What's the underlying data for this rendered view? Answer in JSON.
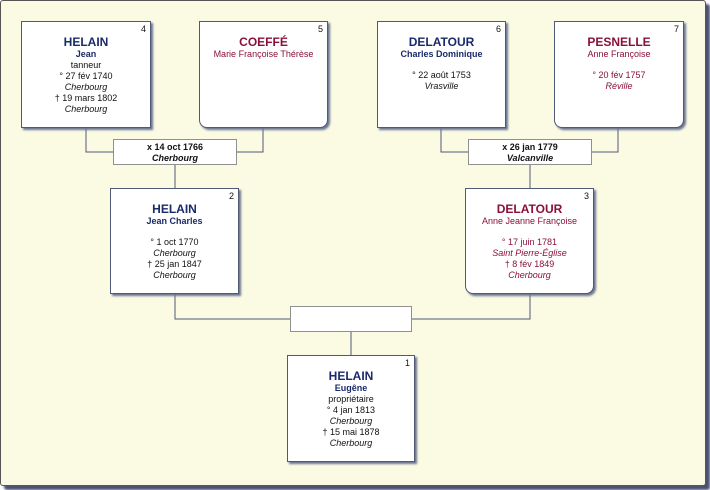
{
  "persons": {
    "p4": {
      "num": "4",
      "surname": "HELAIN",
      "given": "Jean",
      "occupation": "tanneur",
      "birth": "° 27 fév 1740",
      "birth_place": "Cherbourg",
      "death": "† 19 mars 1802",
      "death_place": "Cherbourg"
    },
    "p5": {
      "num": "5",
      "surname": "COEFFÉ",
      "given": "Marie Françoise Thérèse"
    },
    "p6": {
      "num": "6",
      "surname": "DELATOUR",
      "given": "Charles Dominique",
      "birth": "° 22 août 1753",
      "birth_place": "Vrasville"
    },
    "p7": {
      "num": "7",
      "surname": "PESNELLE",
      "given": "Anne Françoise",
      "birth": "° 20 fév 1757",
      "birth_place": "Réville"
    },
    "p2": {
      "num": "2",
      "surname": "HELAIN",
      "given": "Jean Charles",
      "birth": "° 1 oct 1770",
      "birth_place": "Cherbourg",
      "death": "† 25 jan 1847",
      "death_place": "Cherbourg"
    },
    "p3": {
      "num": "3",
      "surname": "DELATOUR",
      "given": "Anne Jeanne Françoise",
      "birth": "° 17 juin 1781",
      "birth_place": "Saint Pierre-Église",
      "death": "† 8 fév 1849",
      "death_place": "Cherbourg"
    },
    "p1": {
      "num": "1",
      "surname": "HELAIN",
      "given": "Eugêne",
      "occupation": "propriétaire",
      "birth": "° 4 jan 1813",
      "birth_place": "Cherbourg",
      "death": "† 15 mai 1878",
      "death_place": "Cherbourg"
    }
  },
  "marriages": {
    "m45": {
      "date": "x 14 oct 1766",
      "place": "Cherbourg"
    },
    "m67": {
      "date": "x 26 jan 1779",
      "place": "Valcanville"
    },
    "m23": {
      "date": "",
      "place": ""
    }
  },
  "colors": {
    "male": "#1a2a6a",
    "female": "#8a1038",
    "line": "#505a78",
    "background": "#fbfbe3"
  }
}
